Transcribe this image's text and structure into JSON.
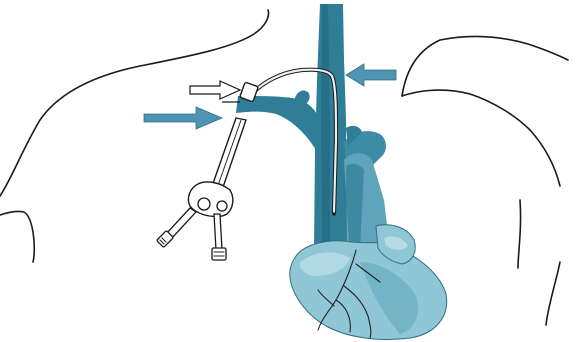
{
  "diagram": {
    "colors": {
      "vessel": "#2f7d96",
      "vessel_dark": "#1d5f75",
      "heart_fill": "#8fc7d6",
      "heart_shade": "#5ea4bb",
      "heart_light": "#b9dde7",
      "arrow_blue": "#4f94b4",
      "arrow_white": "#ffffff",
      "line": "#1a1a1a",
      "catheter": "#e9eef0"
    },
    "parts": [
      {
        "name": "body-outline",
        "icon": "torso-outline"
      },
      {
        "name": "superior-vena-cava",
        "icon": "vessel"
      },
      {
        "name": "aortic-arch",
        "icon": "vessel"
      },
      {
        "name": "heart",
        "icon": "heart"
      },
      {
        "name": "central-venous-catheter",
        "icon": "catheter"
      },
      {
        "name": "introducer-syringe",
        "icon": "syringe"
      }
    ],
    "arrows": [
      {
        "name": "catheter-tip-arrow",
        "color": "blue",
        "direction": "left"
      },
      {
        "name": "insertion-site-arrow",
        "color": "blue",
        "direction": "right"
      },
      {
        "name": "entry-point-arrow",
        "color": "white",
        "direction": "right"
      }
    ]
  }
}
